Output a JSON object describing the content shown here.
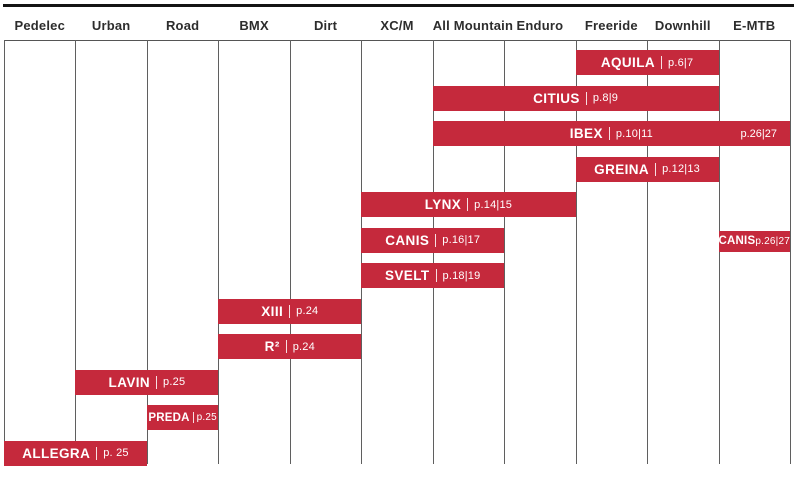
{
  "chart_data": {
    "type": "gantt",
    "title": "",
    "categories": [
      "Pedelec",
      "Urban",
      "Road",
      "BMX",
      "Dirt",
      "XC/M",
      "All Mountain",
      "Enduro",
      "Freeride",
      "Downhill",
      "E-MTB"
    ],
    "bar_color": "#c5293c",
    "bar_text_color": "#ffffff",
    "grid": true,
    "legend": "none",
    "bars": [
      {
        "name": "AQUILA",
        "page": "p.6|7",
        "row": 0,
        "col_start": 8,
        "col_span": 2,
        "from": "Freeride",
        "to": "Downhill",
        "sep": true,
        "compact": false
      },
      {
        "name": "CITIUS",
        "page": "p.8|9",
        "row": 1,
        "col_start": 6,
        "col_span": 4,
        "from": "All Mountain",
        "to": "Downhill",
        "sep": true,
        "compact": false
      },
      {
        "name": "IBEX",
        "page": "p.10|11",
        "row": 2,
        "col_start": 6,
        "col_span": 5,
        "from": "All Mountain",
        "to": "E-MTB",
        "sep": true,
        "compact": false,
        "extra_page": "p.26|27"
      },
      {
        "name": "GREINA",
        "page": "p.12|13",
        "row": 3,
        "col_start": 8,
        "col_span": 2,
        "from": "Freeride",
        "to": "Downhill",
        "sep": true,
        "compact": false
      },
      {
        "name": "LYNX",
        "page": "p.14|15",
        "row": 4,
        "col_start": 5,
        "col_span": 3,
        "from": "XC/M",
        "to": "Enduro",
        "sep": true,
        "compact": false
      },
      {
        "name": "CANIS",
        "page": "p.16|17",
        "row": 5,
        "col_start": 5,
        "col_span": 2,
        "from": "XC/M",
        "to": "All Mountain",
        "sep": true,
        "compact": false
      },
      {
        "name": "CANIS",
        "page": "p.26|27",
        "row": 5,
        "col_start": 10,
        "col_span": 1,
        "from": "E-MTB",
        "to": "E-MTB",
        "sep": false,
        "compact": true,
        "small": true
      },
      {
        "name": "SVELT",
        "page": "p.18|19",
        "row": 6,
        "col_start": 5,
        "col_span": 2,
        "from": "XC/M",
        "to": "All Mountain",
        "sep": true,
        "compact": false
      },
      {
        "name": "XIII",
        "page": "p.24",
        "row": 7,
        "col_start": 3,
        "col_span": 2,
        "from": "BMX",
        "to": "Dirt",
        "sep": true,
        "compact": false
      },
      {
        "name": "R²",
        "page": "p.24",
        "row": 8,
        "col_start": 3,
        "col_span": 2,
        "from": "BMX",
        "to": "Dirt",
        "sep": true,
        "compact": false
      },
      {
        "name": "LAVIN",
        "page": "p.25",
        "row": 9,
        "col_start": 1,
        "col_span": 2,
        "from": "Urban",
        "to": "Road",
        "sep": true,
        "compact": false
      },
      {
        "name": "PREDA",
        "page": "p.25",
        "row": 10,
        "col_start": 2,
        "col_span": 1,
        "from": "Road",
        "to": "Road",
        "sep": true,
        "compact": true
      },
      {
        "name": "ALLEGRA",
        "page": "p. 25",
        "row": 11,
        "col_start": 0,
        "col_span": 2,
        "from": "Pedelec",
        "to": "Urban",
        "sep": true,
        "compact": false
      }
    ]
  }
}
